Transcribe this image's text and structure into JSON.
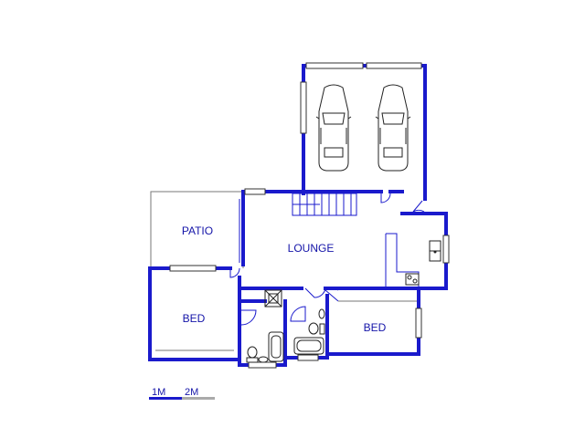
{
  "plan": {
    "rooms": {
      "patio": "PATIO",
      "lounge": "LOUNGE",
      "bed_left": "BED",
      "bed_right": "BED"
    },
    "scale": {
      "mark_1": "1M",
      "mark_2": "2M"
    },
    "colors": {
      "wall": "#1a1acc",
      "label": "#1414a8",
      "thin_line": "#777777",
      "fixture": "#222222"
    },
    "icons": [
      "car-icon",
      "car-icon",
      "toilet-icon",
      "bathtub-icon",
      "basin-icon",
      "stove-icon",
      "sink-icon",
      "shower-icon",
      "staircase-icon"
    ]
  }
}
